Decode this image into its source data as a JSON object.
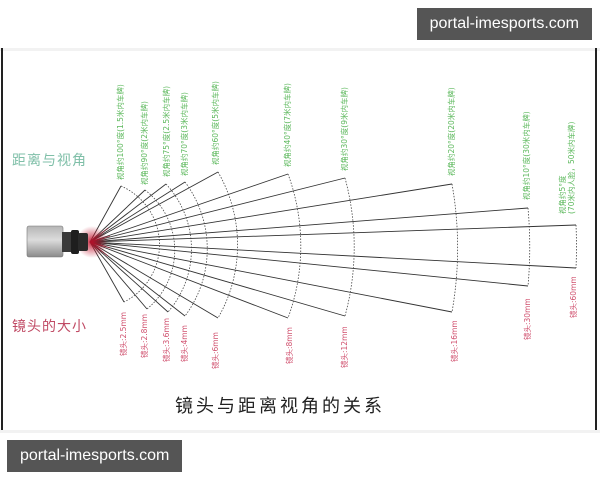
{
  "watermark": {
    "top": "portal-imesports.com",
    "bottom": "portal-imesports.com"
  },
  "side_titles": {
    "distance_angle": "距离与视角",
    "lens_size": "镜头的大小"
  },
  "title": "镜头与距离视角的关系",
  "colors": {
    "angle_label": "#5cb85c",
    "lens_label": "#d0506e",
    "rays": "#333333",
    "origin_glow": "#c0102a"
  },
  "fans": [
    {
      "lens": "镜头:2.5mm",
      "angle": "视角约100°度(1.5米内车牌)"
    },
    {
      "lens": "镜头:2.8mm",
      "angle": "视角约90°度(2米内车牌)"
    },
    {
      "lens": "镜头:3.6mm",
      "angle": "视角约75°度(2.5米内车牌)"
    },
    {
      "lens": "镜头:4mm",
      "angle": "视角约70°度(3米内车牌)"
    },
    {
      "lens": "镜头:6mm",
      "angle": "视角约60°度(5米内车牌)"
    },
    {
      "lens": "镜头:8mm",
      "angle": "视角约40°度(7米内车牌)"
    },
    {
      "lens": "镜头:12mm",
      "angle": "视角约30°度(9米内车牌)"
    },
    {
      "lens": "镜头:16mm",
      "angle": "视角约20°度(20米内车牌)"
    },
    {
      "lens": "镜头:30mm",
      "angle": "视角约10°度(30米内车牌)"
    },
    {
      "lens": "镜头:60mm",
      "angle": "视角约5°度",
      "angle_line2": "(70米内人脸，50米内车牌)"
    }
  ]
}
